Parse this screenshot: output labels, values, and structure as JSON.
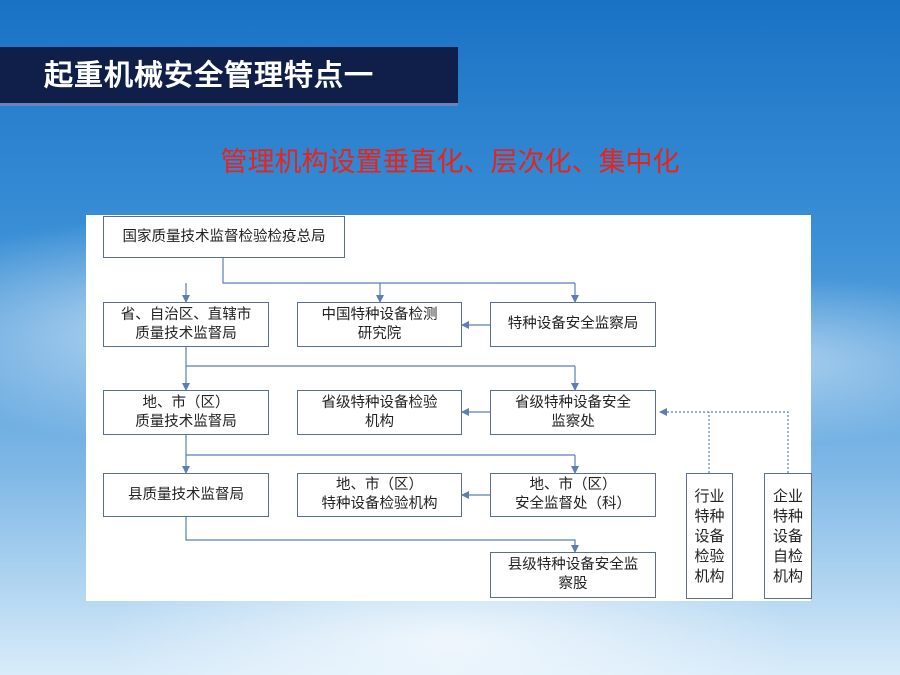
{
  "slide": {
    "title": "起重机械安全管理特点一",
    "subtitle": "管理机构设置垂直化、层次化、集中化"
  },
  "org": {
    "n0": "国家质量技术监督检验检疫总局",
    "n1": "省、自治区、直辖市\n质量技术监督局",
    "n2": "中国特种设备检测\n研究院",
    "n3": "特种设备安全监察局",
    "n4": "地、市（区）\n质量技术监督局",
    "n5": "省级特种设备检验\n机构",
    "n6": "省级特种设备安全\n监察处",
    "n7": "县质量技术监督局",
    "n8": "地、市（区）\n特种设备检验机构",
    "n9": "地、市（区）\n安全监督处（科）",
    "n10": "县级特种设备安全监\n察股",
    "n11": "行业\n特种\n设备\n检验\n机构",
    "n12": "企业\n特种\n设备\n自检\n机构"
  },
  "colors": {
    "title_bg": "#0f1f4a",
    "subtitle": "#e8231c",
    "connector": "#5b7fb3"
  }
}
